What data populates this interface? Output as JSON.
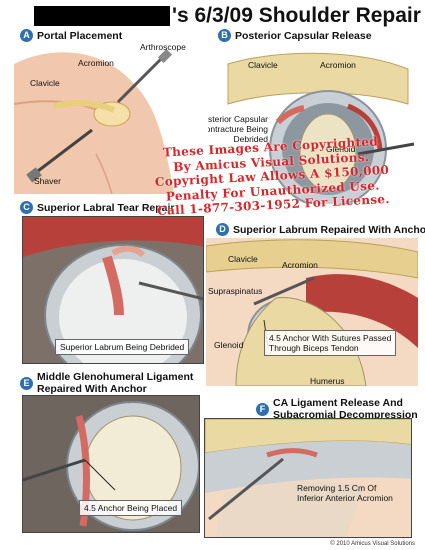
{
  "title": {
    "text": "'s 6/3/09 Shoulder Repair"
  },
  "panels": {
    "a": {
      "letter": "A",
      "label": "Portal Placement",
      "callouts": {
        "arthroscope": "Arthroscope",
        "acromion": "Acromion",
        "clavicle": "Clavicle",
        "shaver": "Shaver"
      }
    },
    "b": {
      "letter": "B",
      "label": "Posterior Capsular Release",
      "callouts": {
        "clavicle": "Clavicle",
        "acromion": "Acromion",
        "capsule_1": "Posterior Capsular",
        "capsule_2": "Contracture Being",
        "capsule_3": "Debrided",
        "glenoid": "Glenoid"
      }
    },
    "c": {
      "letter": "C",
      "label": "Superior Labral Tear Repair",
      "callouts": {
        "debrided": "Superior Labrum Being Debrided"
      }
    },
    "d": {
      "letter": "D",
      "label": "Superior Labrum Repaired With Anchor",
      "callouts": {
        "clavicle": "Clavicle",
        "acromion": "Acromion",
        "supraspinatus": "Supraspinatus",
        "glenoid": "Glenoid",
        "anchor_1": "4.5 Anchor With Sutures Passed",
        "anchor_2": "Through Biceps Tendon",
        "humerus": "Humerus"
      }
    },
    "e": {
      "letter": "E",
      "label_1": "Middle Glenohumeral Ligament",
      "label_2": "Repaired With Anchor",
      "callouts": {
        "anchor": "4.5 Anchor Being Placed"
      }
    },
    "f": {
      "letter": "F",
      "label_1": "CA Ligament Release And",
      "label_2": "Subacromial Decompression",
      "callouts": {
        "removing_1": "Removing 1.5 Cm Of",
        "removing_2": "Inferior Anterior Acromion"
      }
    }
  },
  "watermark": {
    "lines": [
      "These Images Are Copyrighted",
      "By Amicus Visual Solutions.",
      "Copyright Law Allows A $150,000",
      "Penalty For Unauthorized Use.",
      "Call 1-877-303-1952 For License."
    ],
    "color": "#d7262a"
  },
  "copyright": "© 2010 Amicus Visual Solutions",
  "colors": {
    "badge": "#2f6fb0",
    "tissue": "#e7a28f",
    "bone": "#efe2b4",
    "cartilage": "#c9cfd3",
    "muscle": "#b8403a"
  }
}
